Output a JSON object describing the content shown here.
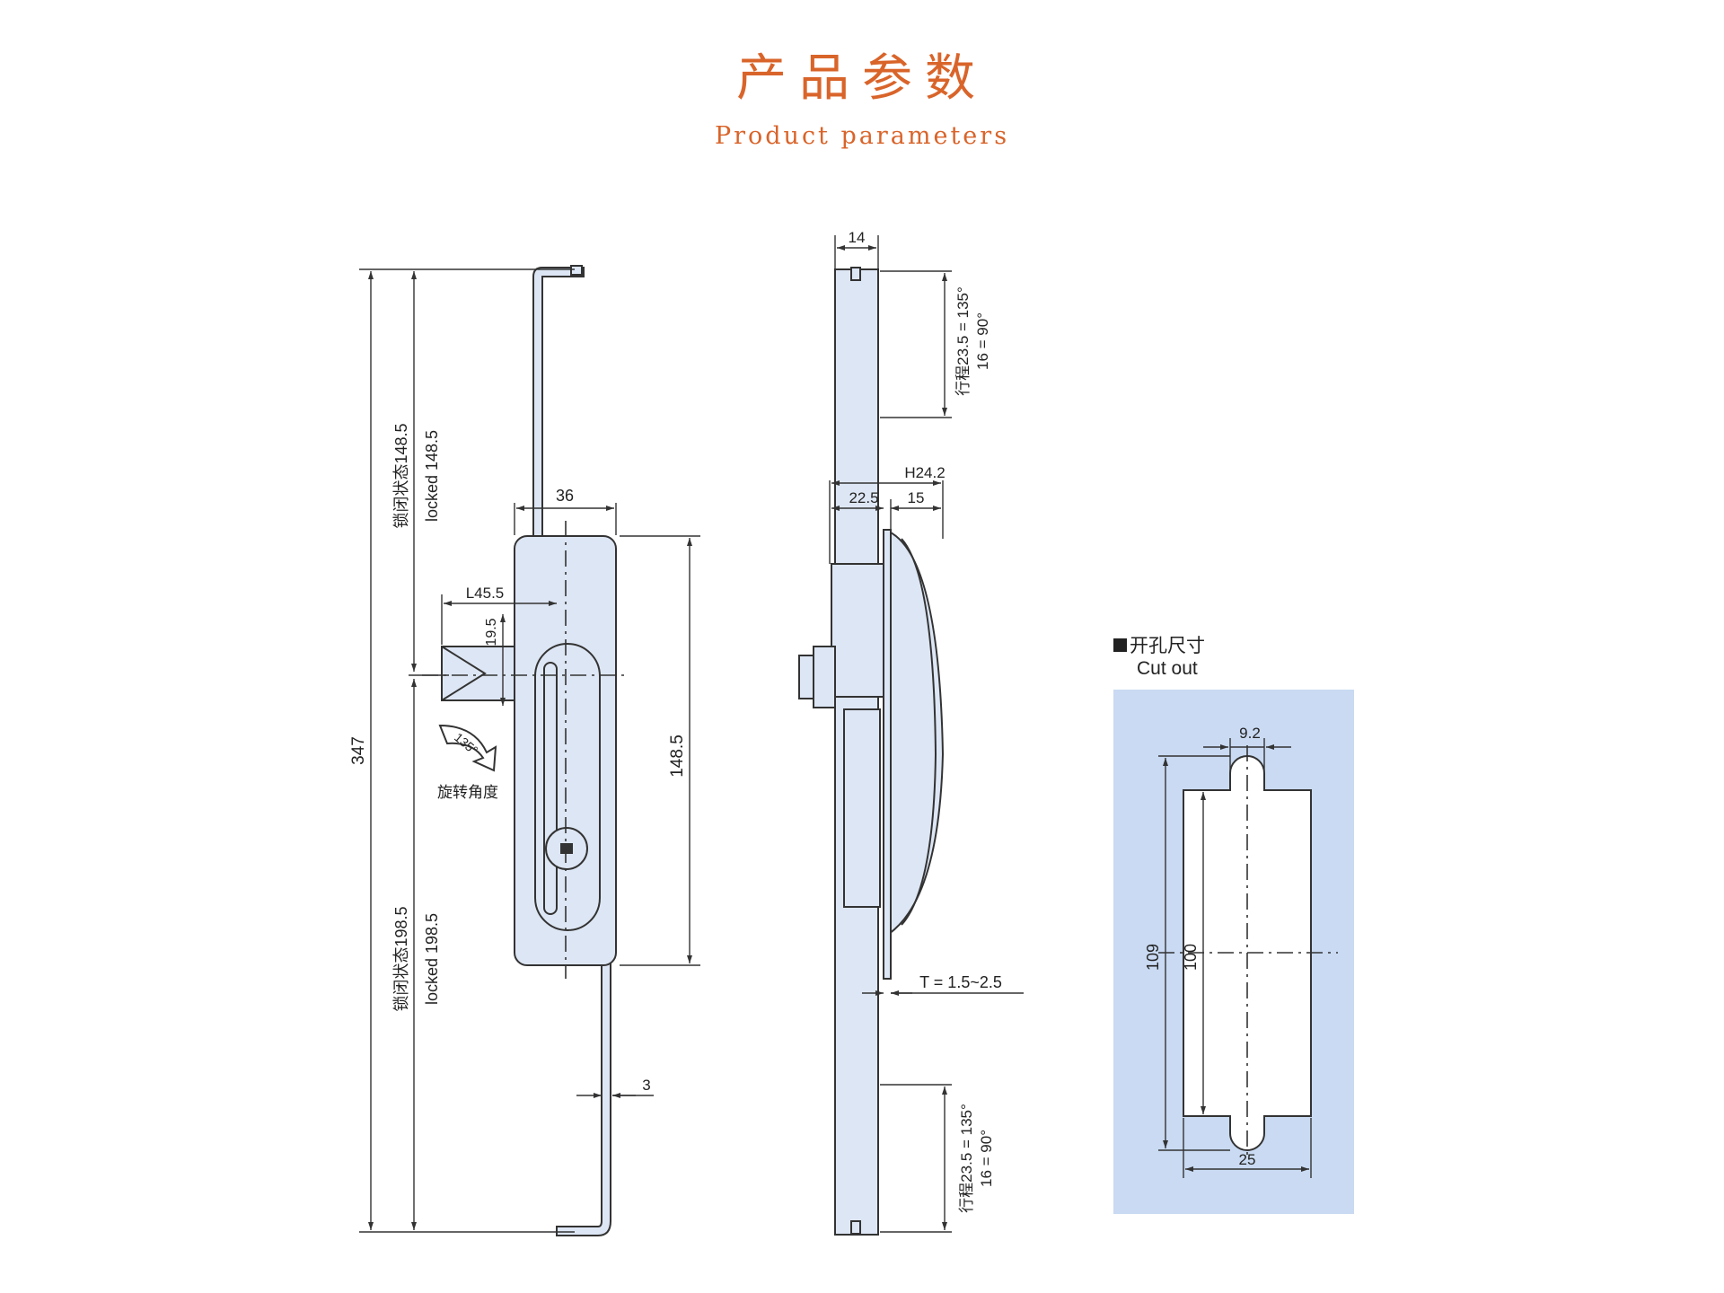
{
  "header": {
    "title_cn": "产品参数",
    "title_en": "Product parameters"
  },
  "front_view": {
    "overall_length": "347",
    "upper_locked_cn": "锁闭状态148.5",
    "upper_locked_en": "locked 148.5",
    "lower_locked_cn": "锁闭状态198.5",
    "lower_locked_en": "locked 198.5",
    "body_width": "36",
    "body_height": "148.5",
    "handle_length": "L45.5",
    "handle_width": "19.5",
    "rotation_angle": "135°",
    "rotation_label": "旋转角度",
    "rod_thickness": "3"
  },
  "side_view": {
    "rod_width": "14",
    "upper_stroke_1": "行程23.5 = 135°",
    "upper_stroke_2": "16 = 90°",
    "lower_stroke_1": "行程23.5 = 135°",
    "lower_stroke_2": "16 = 90°",
    "height": "H24.2",
    "depth_a": "22.5",
    "depth_b": "15",
    "panel_thickness": "T = 1.5~2.5"
  },
  "cutout": {
    "title_cn": "开孔尺寸",
    "title_en": "Cut out",
    "slot_width": "9.2",
    "outer_height": "109",
    "inner_height": "100",
    "width": "25"
  },
  "colors": {
    "accent": "#d9642a",
    "part_fill": "#dde6f4",
    "panel_fill": "#c9daf2"
  }
}
